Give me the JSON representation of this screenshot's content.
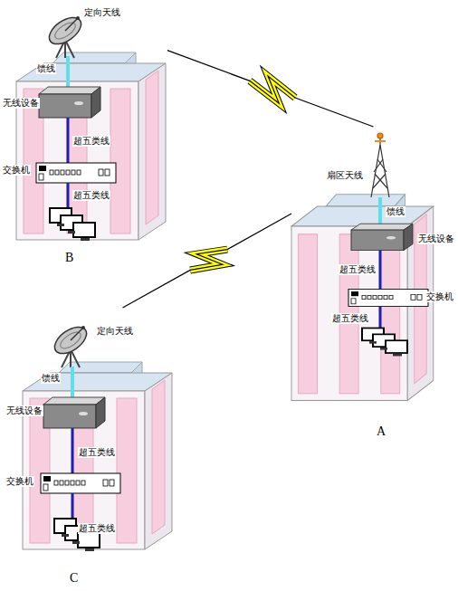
{
  "diagram": {
    "nodes": [
      {
        "text": [
          "B"
        ]
      },
      {
        "text": [
          "A"
        ]
      },
      {
        "text": [
          "C"
        ]
      }
    ],
    "edges": [
      {
        "from": 0,
        "to": 1,
        "arrow": "none"
      },
      {
        "from": 2,
        "to": 1,
        "arrow": "none"
      }
    ],
    "labels": [
      "定向天线",
      "馈线",
      "无线设备",
      "超五类线",
      "交换机",
      "超五类线",
      "扇区天线",
      "馈线",
      "无线设备",
      "超五类线",
      "交换机",
      "超五类线",
      "定向天线",
      "馈线",
      "无线设备",
      "超五类线",
      "交换机",
      "超五类线"
    ]
  }
}
